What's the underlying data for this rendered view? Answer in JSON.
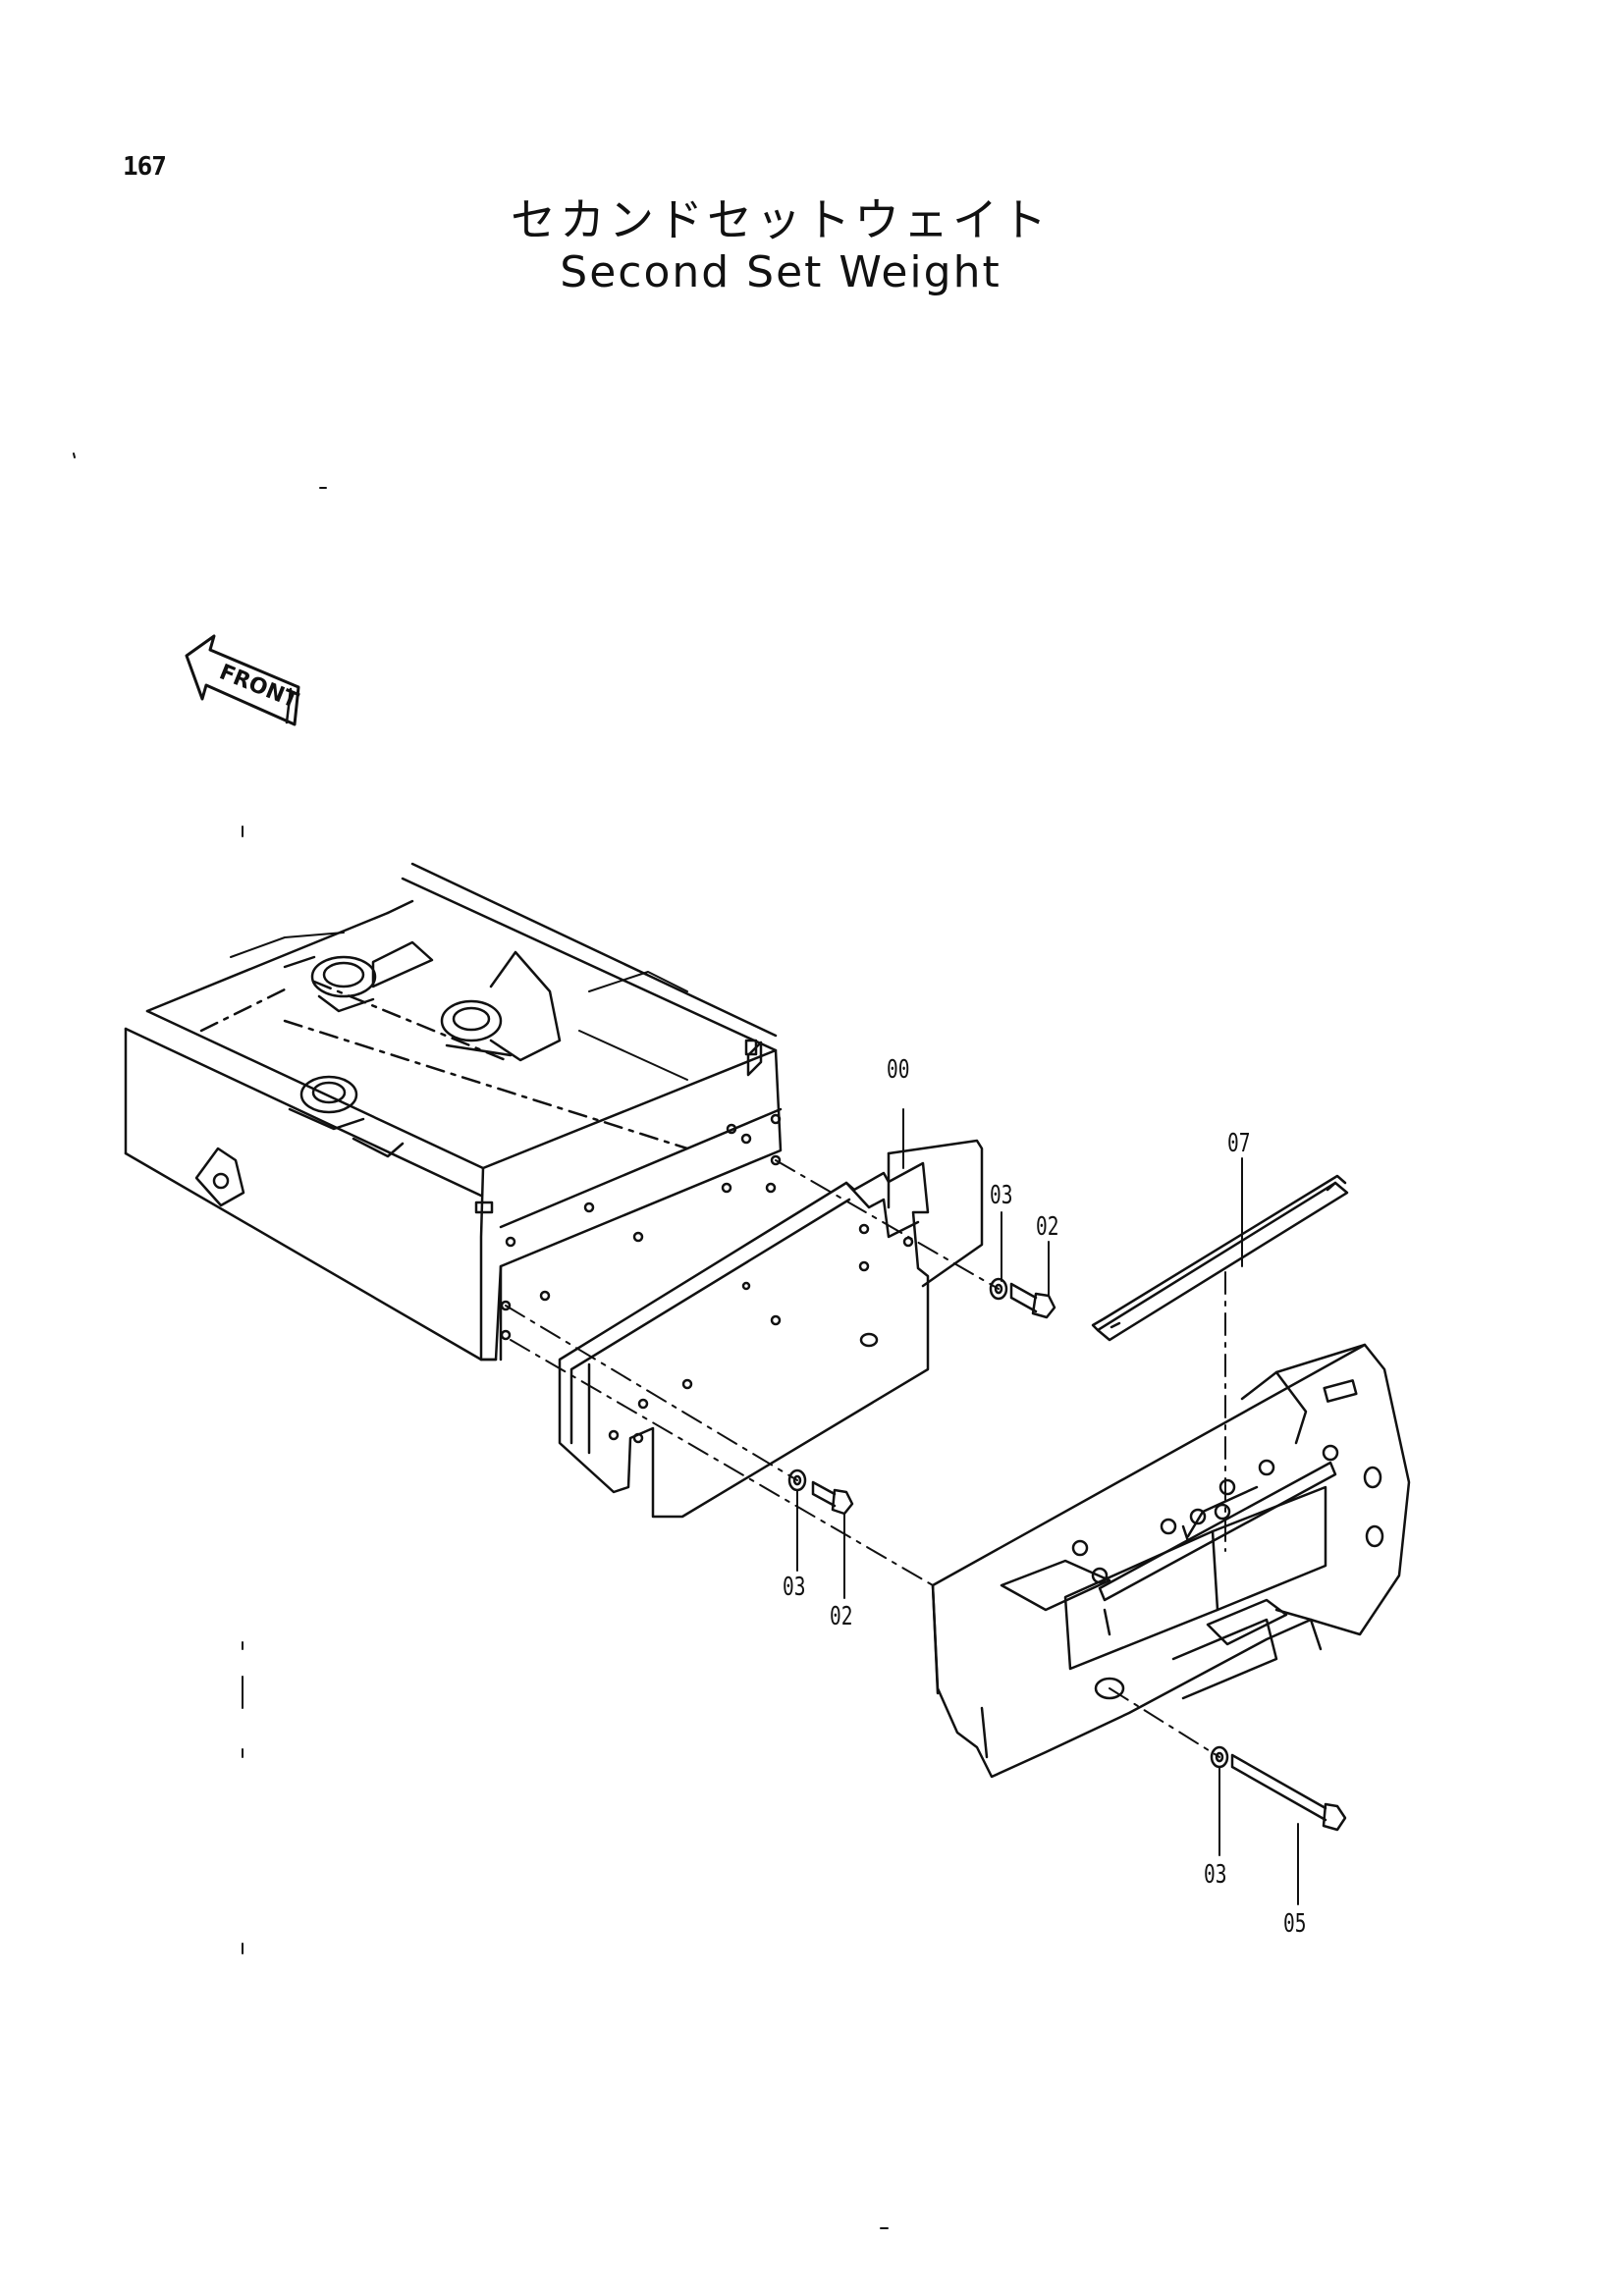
{
  "page": {
    "number": "167"
  },
  "title": {
    "japanese": "セカンドセットウェイト",
    "english": "Second Set Weight"
  },
  "front_marker": {
    "label": "FRONT",
    "icon": "front-arrow-icon"
  },
  "callouts": [
    {
      "id": "callout-00",
      "label": "00"
    },
    {
      "id": "callout-07",
      "label": "07"
    },
    {
      "id": "callout-03-upper",
      "label": "03"
    },
    {
      "id": "callout-02-upper",
      "label": "02"
    },
    {
      "id": "callout-03-middle",
      "label": "03"
    },
    {
      "id": "callout-02-middle",
      "label": "02"
    },
    {
      "id": "callout-03-lower",
      "label": "03"
    },
    {
      "id": "callout-05",
      "label": "05"
    }
  ]
}
